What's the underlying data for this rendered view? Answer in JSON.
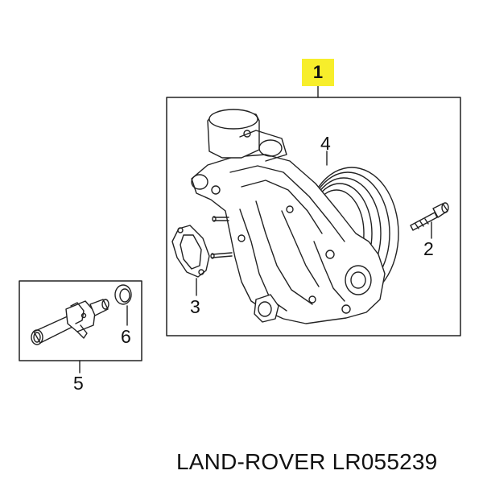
{
  "callouts": {
    "c1": "1",
    "c2": "2",
    "c3": "3",
    "c4": "4",
    "c5": "5",
    "c6": "6"
  },
  "footer": {
    "brand": "LAND-ROVER",
    "part_number": "LR055239"
  },
  "colors": {
    "highlight": "#f7ee2b",
    "line": "#111111"
  }
}
